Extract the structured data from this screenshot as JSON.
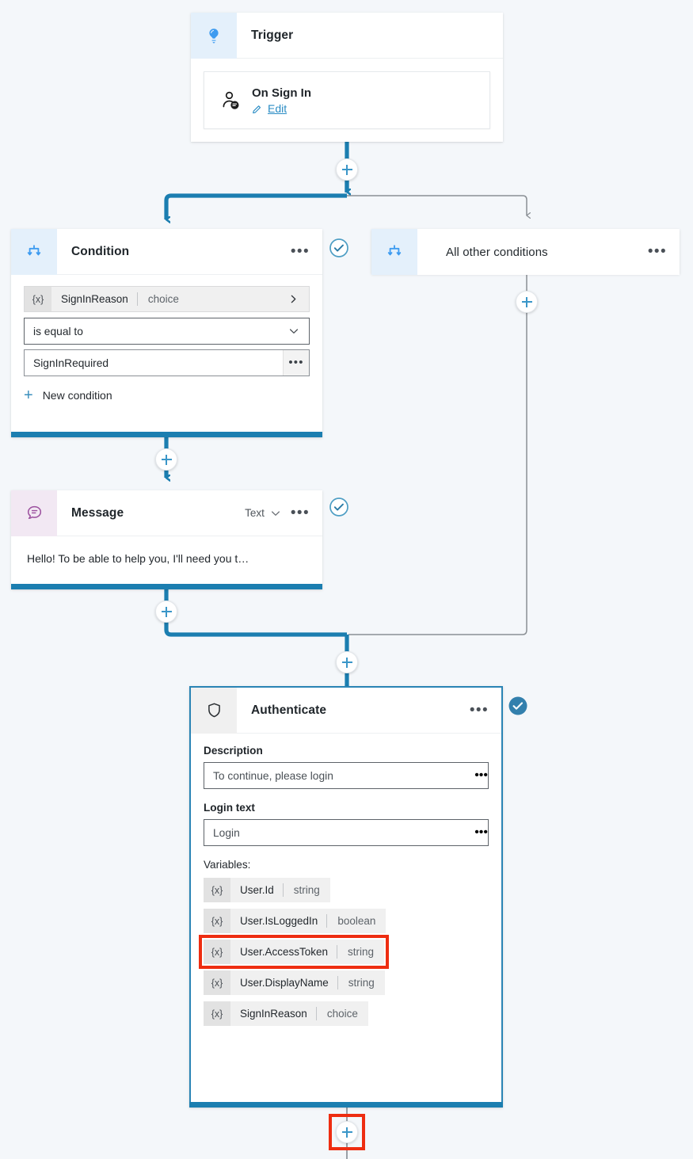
{
  "canvas": {
    "background": "#f4f7fa",
    "accent_blue": "#1b7eb0",
    "highlight_red": "#ee2d11"
  },
  "nodes": {
    "trigger": {
      "title": "Trigger",
      "icon": "trigger-bolt-icon",
      "item": {
        "title": "On Sign In",
        "icon": "user-signin-icon",
        "edit_link": "Edit",
        "edit_icon": "pencil-icon"
      },
      "tile_color": "#e4f0fb"
    },
    "condition": {
      "title": "Condition",
      "icon": "branch-icon",
      "more_icon": "ellipsis-icon",
      "status_icon": "check-circle-outline-icon",
      "variable": {
        "prefix": "{x}",
        "name": "SignInReason",
        "type": "choice",
        "chevron": "chevron-right-icon"
      },
      "operator": {
        "value": "is equal to",
        "chevron": "chevron-down-icon"
      },
      "value": {
        "text": "SignInRequired",
        "more_icon": "ellipsis-icon"
      },
      "new_condition": "New condition",
      "new_condition_icon": "plus-icon",
      "tile_color": "#e4f0fb"
    },
    "all_other_conditions": {
      "title": "All other conditions",
      "icon": "branch-icon",
      "more_icon": "ellipsis-icon",
      "status_icon": "check-circle-outline-icon",
      "tile_color": "#e4f0fb"
    },
    "message": {
      "title": "Message",
      "icon": "message-bubble-icon",
      "type_selector": {
        "label": "Text",
        "chevron": "chevron-down-icon"
      },
      "more_icon": "ellipsis-icon",
      "status_icon": "check-circle-outline-icon",
      "body_text": "Hello! To be able to help you, I'll need you t…",
      "tile_color": "#f2e8f3"
    },
    "authenticate": {
      "title": "Authenticate",
      "icon": "shield-icon",
      "more_icon": "ellipsis-icon",
      "status_icon": "check-circle-filled-icon",
      "selected": true,
      "description_label": "Description",
      "description_value": "To continue, please login",
      "description_more_icon": "ellipsis-icon",
      "login_label": "Login text",
      "login_value": "Login",
      "login_more_icon": "ellipsis-icon",
      "variables_label": "Variables:",
      "variables": [
        {
          "prefix": "{x}",
          "name": "User.Id",
          "type": "string",
          "highlighted": false
        },
        {
          "prefix": "{x}",
          "name": "User.IsLoggedIn",
          "type": "boolean",
          "highlighted": false
        },
        {
          "prefix": "{x}",
          "name": "User.AccessToken",
          "type": "string",
          "highlighted": true
        },
        {
          "prefix": "{x}",
          "name": "User.DisplayName",
          "type": "string",
          "highlighted": false
        },
        {
          "prefix": "{x}",
          "name": "SignInReason",
          "type": "choice",
          "highlighted": false
        }
      ],
      "tile_color": "#f0f0f0"
    }
  },
  "add_buttons": [
    {
      "id": "add-after-trigger",
      "icon": "plus-icon",
      "highlighted": false
    },
    {
      "id": "add-in-other-branch",
      "icon": "plus-icon",
      "highlighted": false
    },
    {
      "id": "add-after-condition",
      "icon": "plus-icon",
      "highlighted": false
    },
    {
      "id": "add-after-message",
      "icon": "plus-icon",
      "highlighted": false
    },
    {
      "id": "add-before-authenticate",
      "icon": "plus-icon",
      "highlighted": false
    },
    {
      "id": "add-after-authenticate",
      "icon": "plus-icon",
      "highlighted": true
    }
  ]
}
